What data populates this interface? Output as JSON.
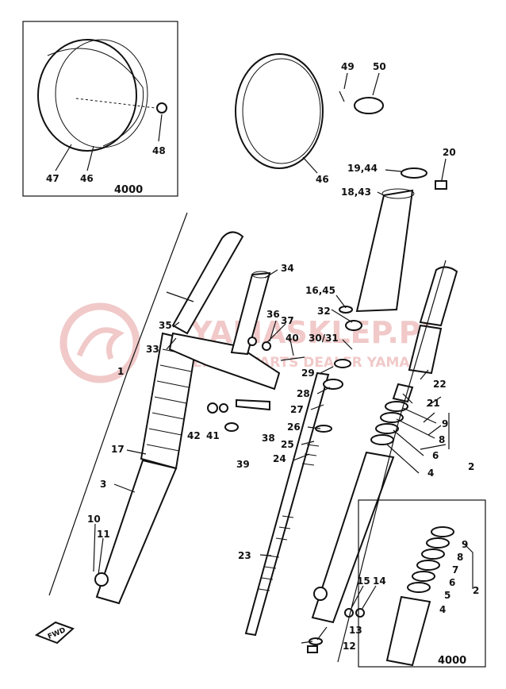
{
  "watermark": {
    "brand": "YAMASKLEP.PL",
    "tagline": "VEHICLE PARTS DEALER YAMAHA"
  },
  "inset_boxes": {
    "top_left": "4000",
    "bottom_right": "4000"
  },
  "direction_marker": "FWD",
  "callouts": {
    "c47": "47",
    "c46a": "46",
    "c48": "48",
    "c46b": "46",
    "c49": "49",
    "c50": "50",
    "c20": "20",
    "c19_44": "19,44",
    "c18_43": "18,43",
    "c34": "34",
    "c16_45": "16,45",
    "c32": "32",
    "c35": "35",
    "c36": "36",
    "c37": "37",
    "c33": "33",
    "c30_31": "30/31",
    "c40": "40",
    "c1": "1",
    "c29": "29",
    "c22": "22",
    "c28": "28",
    "c21": "21",
    "c27": "27",
    "c42": "42",
    "c41": "41",
    "c38": "38",
    "c9a": "9",
    "c26": "26",
    "c8a": "8",
    "c25": "25",
    "c6a": "6",
    "c2a": "2",
    "c17": "17",
    "c24": "24",
    "c39": "39",
    "c4a": "4",
    "c3": "3",
    "c10": "10",
    "c11": "11",
    "c9b": "9",
    "c8b": "8",
    "c7": "7",
    "c23": "23",
    "c6b": "6",
    "c2b": "2",
    "c5": "5",
    "c15": "15",
    "c14": "14",
    "c4b": "4",
    "c13": "13",
    "c12": "12"
  }
}
